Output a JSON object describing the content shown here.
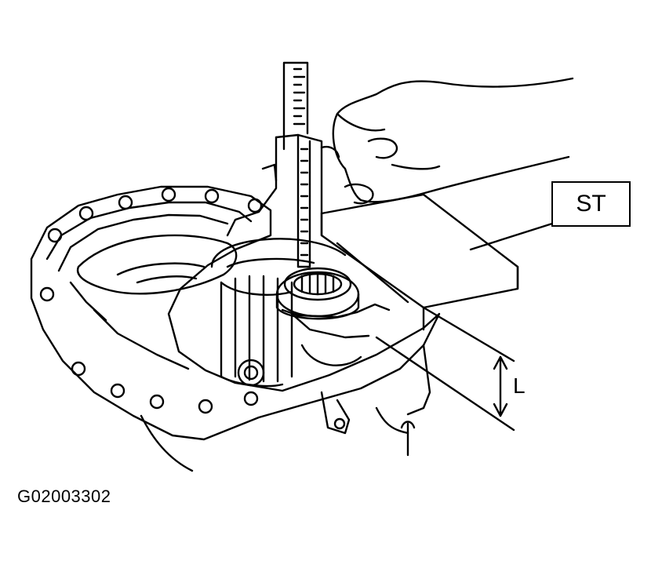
{
  "callout": {
    "special_tool": "ST",
    "dimension": "L"
  },
  "figure_id": "G02003302",
  "colors": {
    "line": "#000000",
    "background": "#ffffff"
  }
}
